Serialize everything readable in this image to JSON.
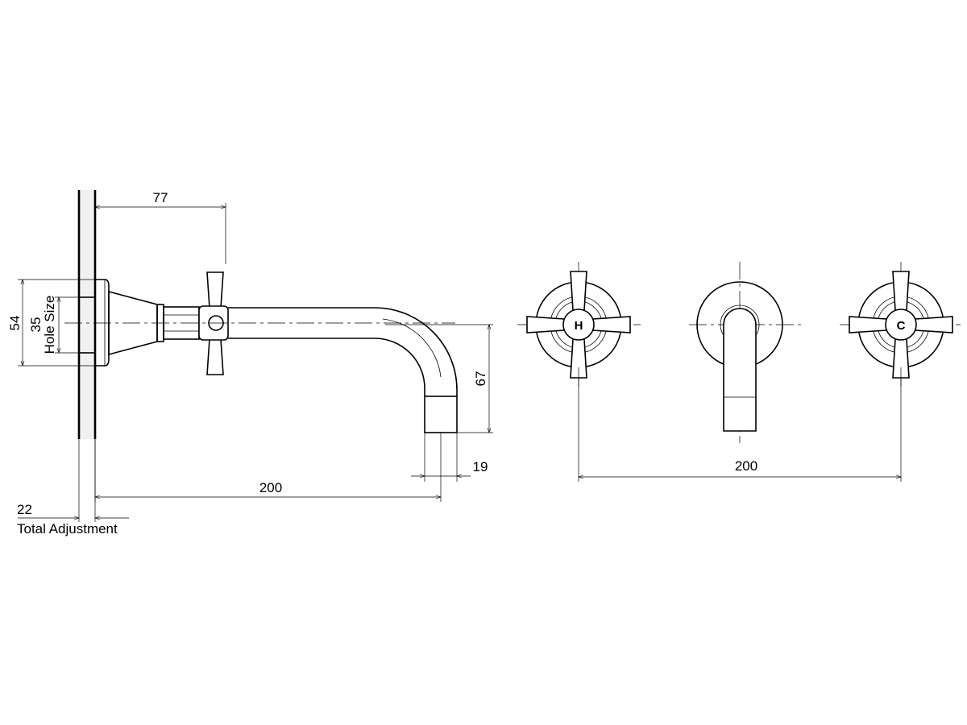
{
  "dimensions": {
    "handle_offset": "77",
    "escutcheon_diameter": "54",
    "hole_size_value": "35",
    "hole_size_label": "Hole Size",
    "spout_drop": "67",
    "outlet_diameter": "19",
    "spout_length": "200",
    "tap_spacing": "200",
    "adjustment_value": "22",
    "adjustment_label": "Total Adjustment"
  },
  "handles": {
    "hot_marker": "H",
    "cold_marker": "C"
  }
}
